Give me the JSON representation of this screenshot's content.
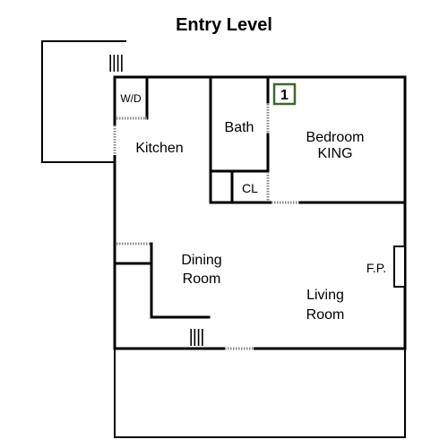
{
  "title": "Entry Level",
  "rooms": {
    "wd": "W/D",
    "kitchen": "Kitchen",
    "bath": "Bath",
    "bedroom": "Bedroom",
    "bedroom_bed": "KING",
    "closet": "CL",
    "dining_line1": "Dining",
    "dining_line2": "Room",
    "living_line1": "Living",
    "living_line2": "Room",
    "fireplace": "F.P."
  },
  "badge": {
    "label": "1",
    "color": "#3a6b2a"
  },
  "stairs": {
    "top_glyph": "||||",
    "bottom_glyph": "||||"
  }
}
